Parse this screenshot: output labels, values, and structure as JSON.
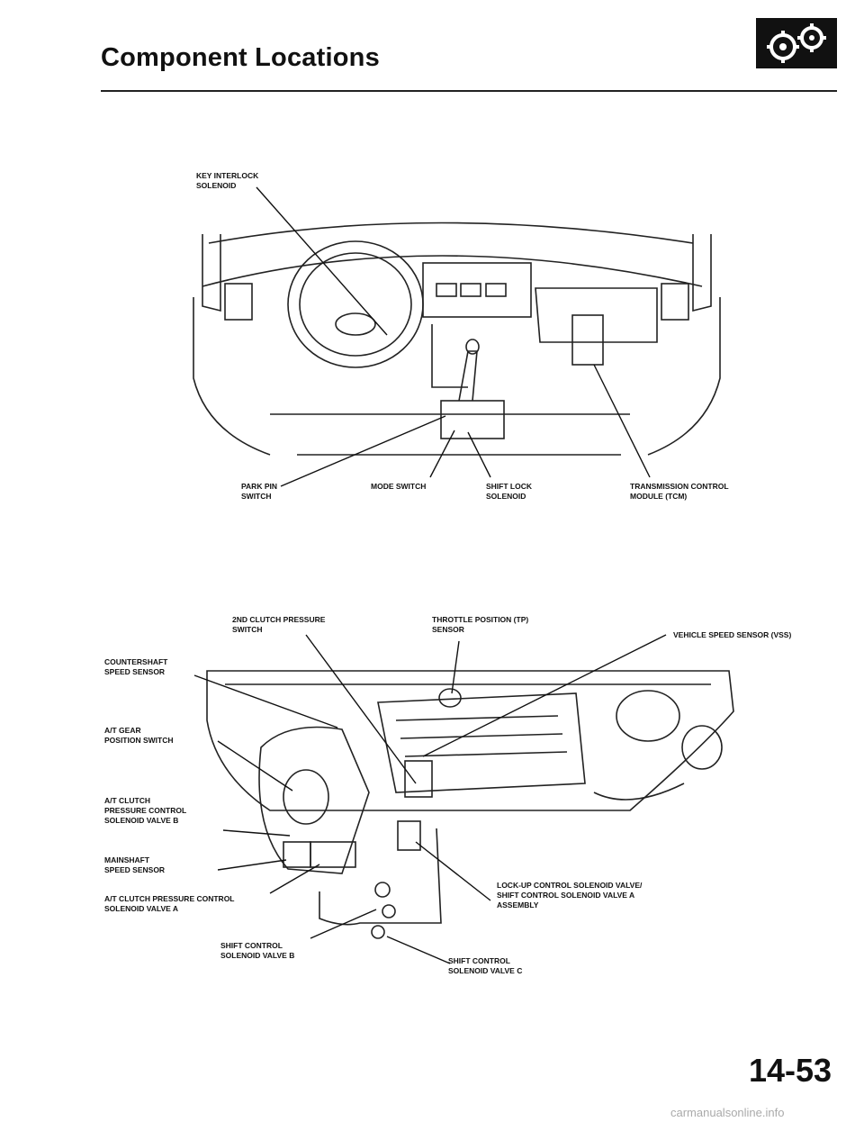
{
  "header": {
    "title": "Component Locations",
    "icon": "gear-transmission-icon"
  },
  "figure1": {
    "labels": {
      "key_interlock": "KEY INTERLOCK\nSOLENOID",
      "park_pin": "PARK PIN\nSWITCH",
      "mode_switch": "MODE SWITCH",
      "shift_lock": "SHIFT LOCK\nSOLENOID",
      "tcm": "TRANSMISSION CONTROL\nMODULE (TCM)"
    }
  },
  "figure2": {
    "labels": {
      "second_clutch": "2ND CLUTCH PRESSURE\nSWITCH",
      "tp_sensor": "THROTTLE POSITION (TP)\nSENSOR",
      "vss": "VEHICLE SPEED SENSOR (VSS)",
      "countershaft": "COUNTERSHAFT\nSPEED SENSOR",
      "gear_position": "A/T GEAR\nPOSITION SWITCH",
      "clutch_valve_b": "A/T CLUTCH\nPRESSURE CONTROL\nSOLENOID VALVE B",
      "mainshaft": "MAINSHAFT\nSPEED SENSOR",
      "clutch_valve_a": "A/T CLUTCH PRESSURE CONTROL\nSOLENOID VALVE A",
      "lockup": "LOCK-UP CONTROL SOLENOID VALVE/\nSHIFT CONTROL SOLENOID VALVE A\nASSEMBLY",
      "shift_valve_b": "SHIFT CONTROL\nSOLENOID VALVE B",
      "shift_valve_c": "SHIFT CONTROL\nSOLENOID VALVE C"
    }
  },
  "page_number": "14-53",
  "footer": "carmanualsonline.info"
}
